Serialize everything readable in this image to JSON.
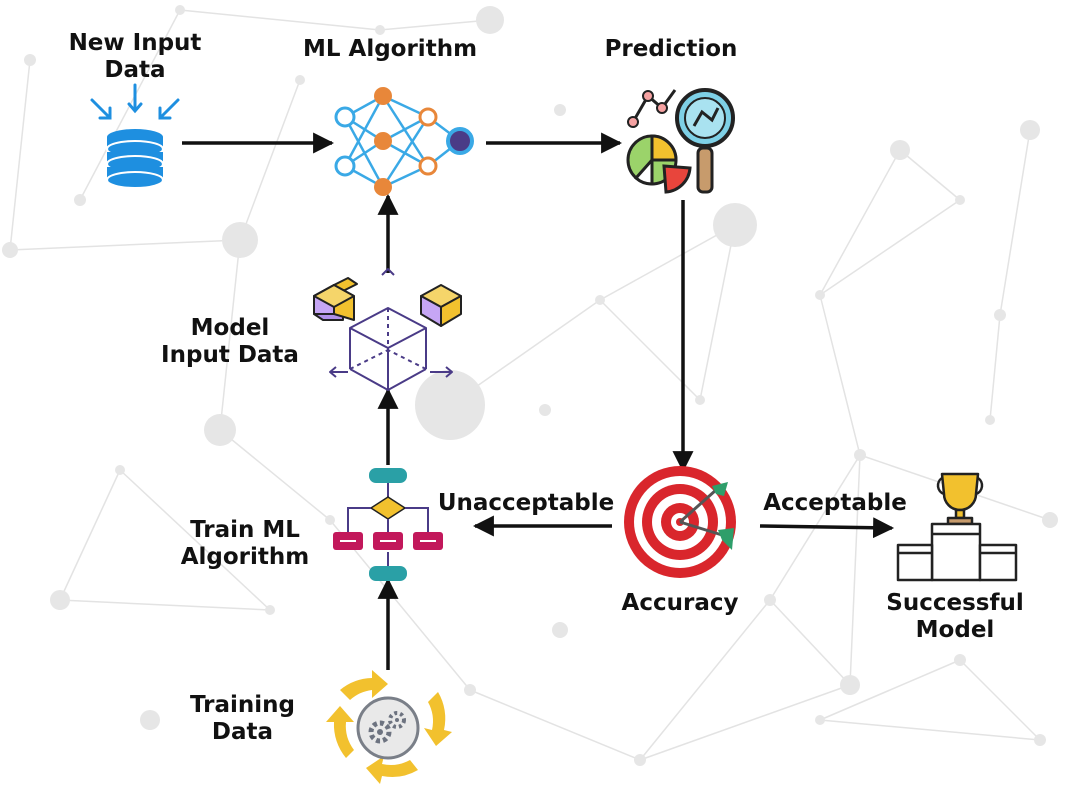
{
  "nodes": {
    "new_input_data": {
      "label": [
        "New Input",
        "Data"
      ],
      "icon": "database-icon"
    },
    "ml_algorithm": {
      "label": [
        "ML Algorithm"
      ],
      "icon": "neural-network-icon"
    },
    "prediction": {
      "label": [
        "Prediction"
      ],
      "icon": "chart-magnifier-icon"
    },
    "model_input_data": {
      "label": [
        "Model",
        "Input Data"
      ],
      "icon": "cubes-icon"
    },
    "train_ml_algorithm": {
      "label": [
        "Train ML",
        "Algorithm"
      ],
      "icon": "flowchart-icon"
    },
    "training_data": {
      "label": [
        "Training",
        "Data"
      ],
      "icon": "gear-cycle-icon"
    },
    "accuracy": {
      "label": [
        "Accuracy"
      ],
      "icon": "target-icon"
    },
    "successful_model": {
      "label": [
        "Successful",
        "Model"
      ],
      "icon": "trophy-podium-icon"
    }
  },
  "edges": {
    "unacceptable": "Unacceptable",
    "acceptable": "Acceptable"
  },
  "colors": {
    "blue": "#1e8fe0",
    "node_blue": "#3aa9e6",
    "node_orange": "#e8873a",
    "red": "#d9262c",
    "yellow": "#f2c12e",
    "purple": "#4a3b87",
    "magenta": "#c2185b",
    "teal": "#2aa0a6"
  }
}
